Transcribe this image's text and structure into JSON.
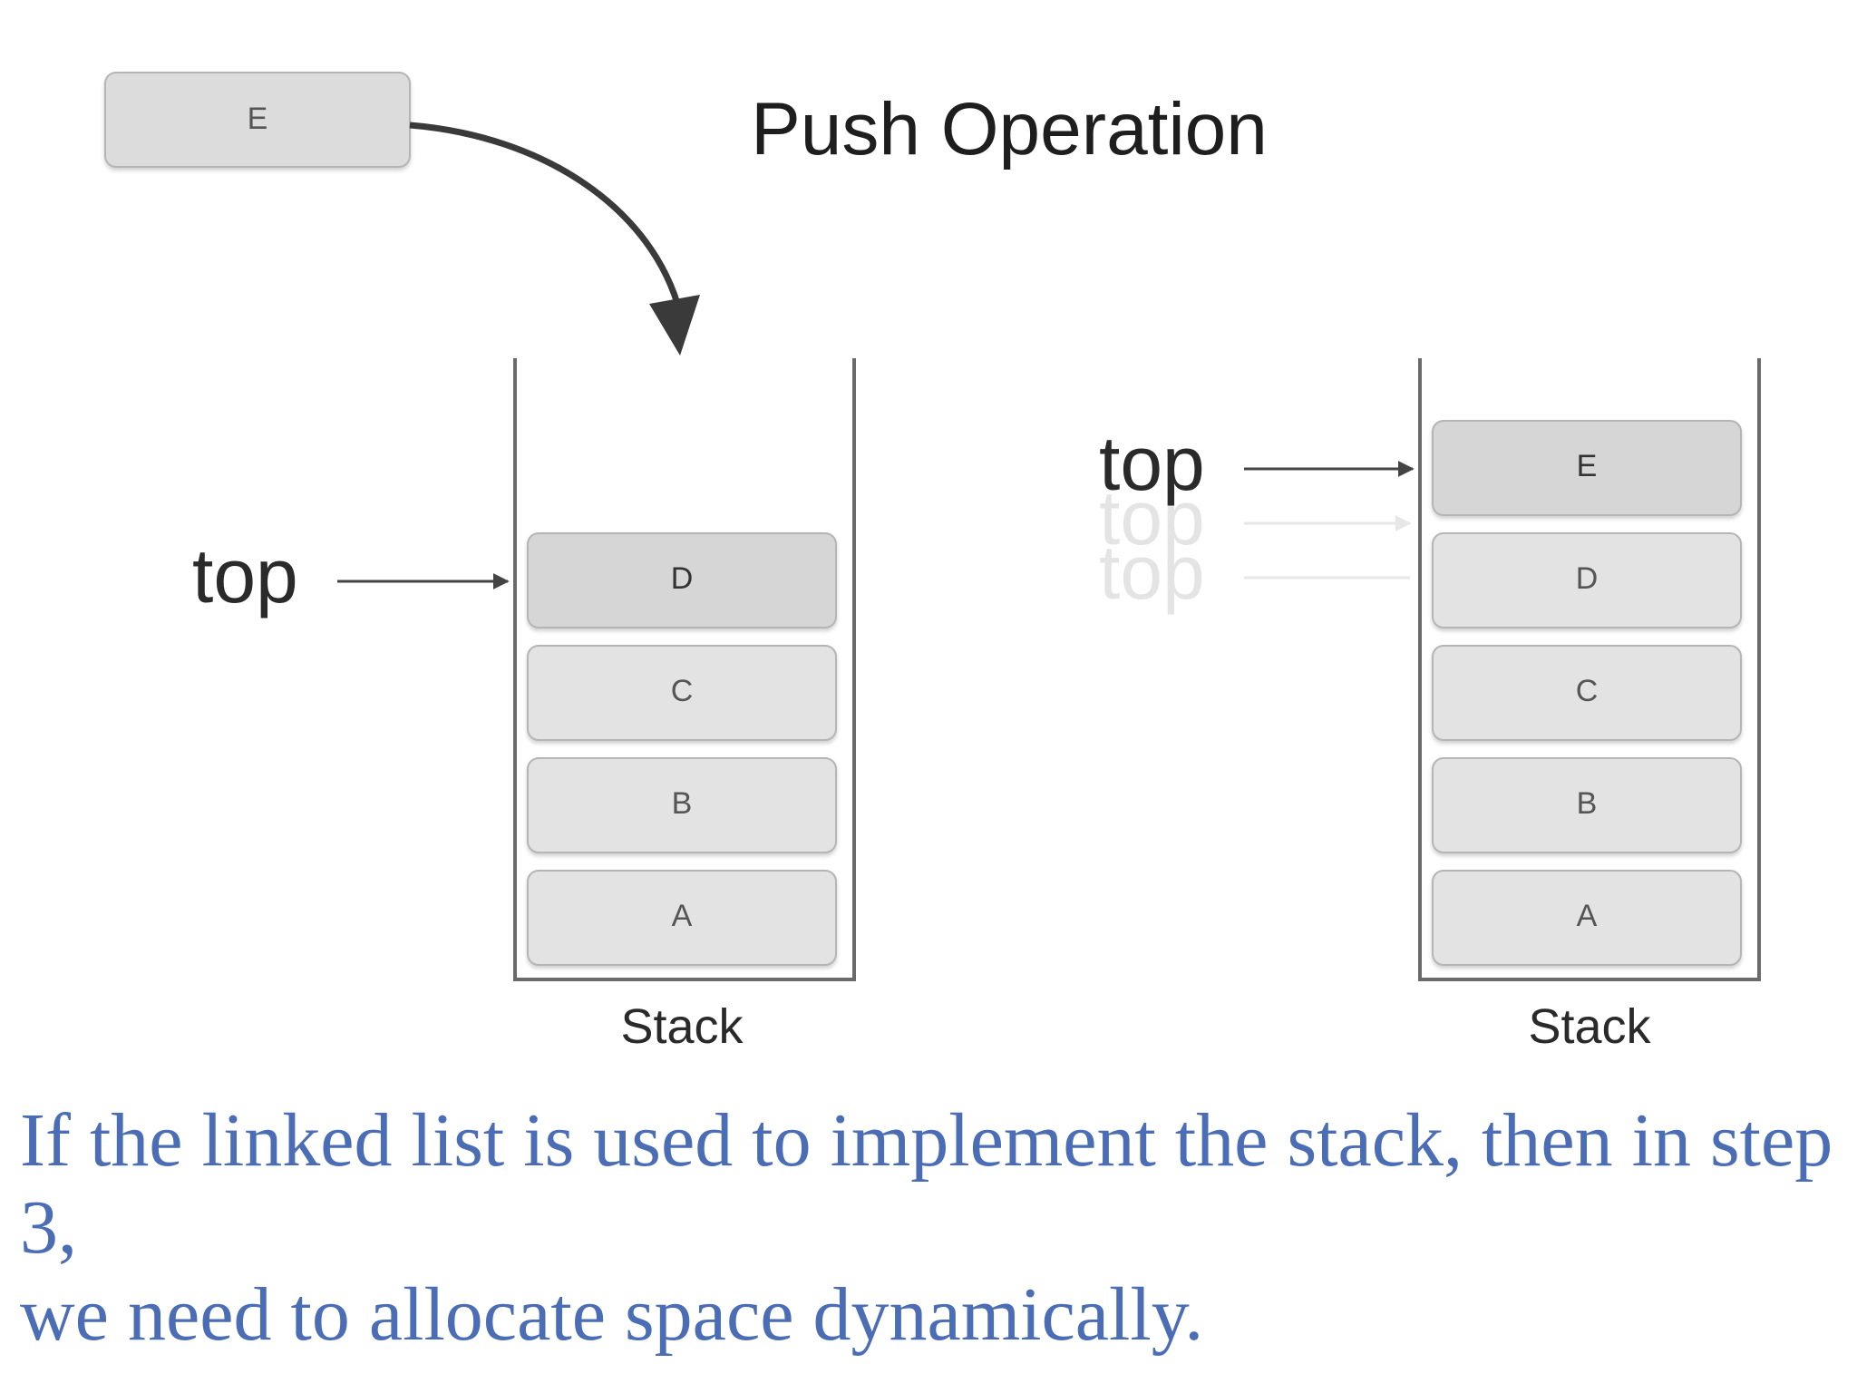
{
  "title": "Push Operation",
  "incoming_element": "E",
  "top_label": "top",
  "stack_caption": "Stack",
  "before_stack": [
    "D",
    "C",
    "B",
    "A"
  ],
  "after_stack": [
    "E",
    "D",
    "C",
    "B",
    "A"
  ],
  "caption": {
    "line1": "If the linked list is used to implement the stack, then in step 3,",
    "line2": "we need to allocate space dynamically."
  },
  "colors": {
    "cell_fill": "#e3e3e3",
    "cell_fill_top": "#d6d6d6",
    "cell_stroke": "#b5b5b5",
    "caption_text": "#4a6db5"
  }
}
